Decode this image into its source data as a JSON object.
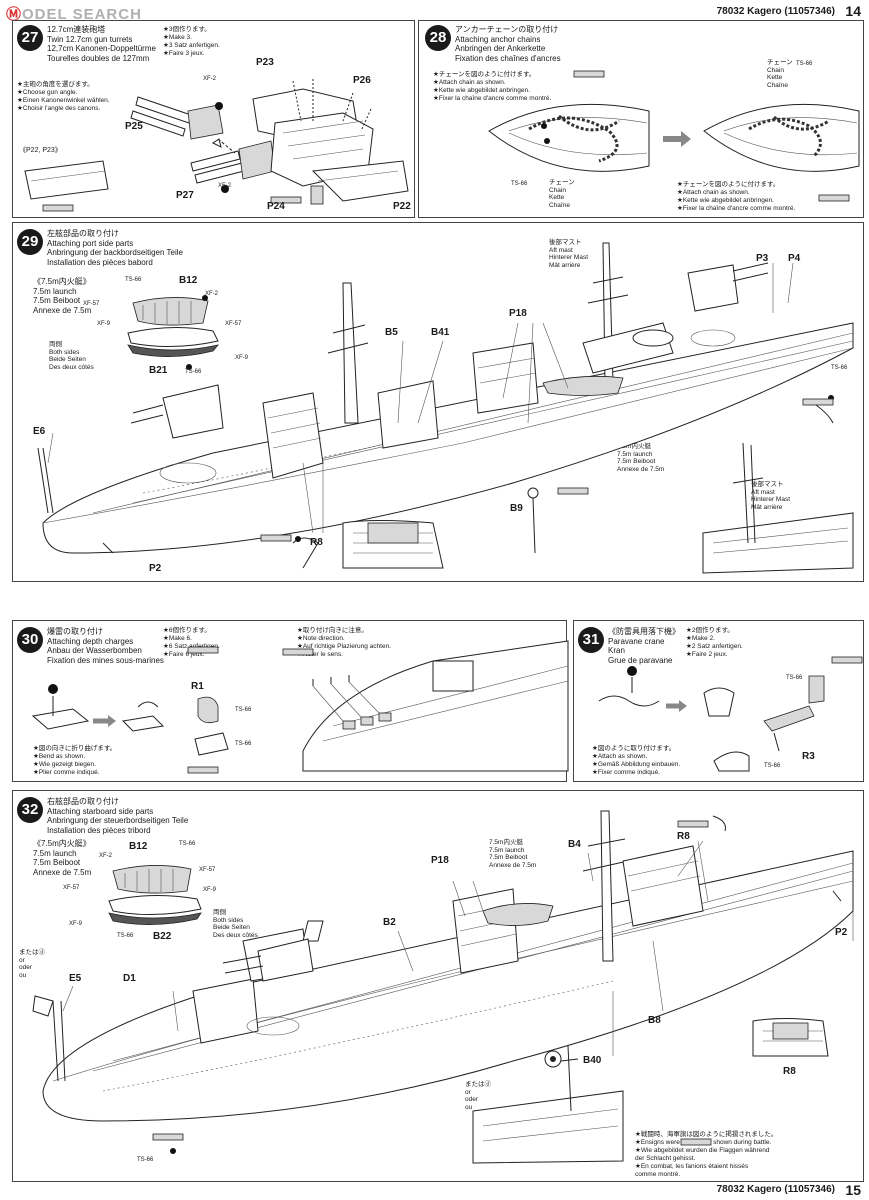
{
  "watermark": {
    "brand_a": "Ⓜ",
    "brand_b": "ODEL SEARCH"
  },
  "header": {
    "top_code": "78032  Kagero (11057346)",
    "top_page": "14",
    "bottom_code": "78032  Kagero (11057346)",
    "bottom_page": "15"
  },
  "step27": {
    "num": "27",
    "title": [
      "12.7cm連装砲塔",
      "Twin 12.7cm gun turrets",
      "12,7cm Kanonen-Doppeltürme",
      "Tourelles doubles de 127mm"
    ],
    "make": [
      "★3個作ります。",
      "★Make 3.",
      "★3 Satz anfertigen.",
      "★Faire 3 jeux."
    ],
    "angle": [
      "★主砲の角度を選びます。",
      "★Choose gun angle.",
      "★Einen Kanonenwinkel wählen.",
      "★Choisir l'angle des canons."
    ],
    "sub": "《P22, P23》",
    "parts": [
      "P23",
      "P26",
      "P25",
      "P27",
      "P24",
      "P22"
    ],
    "paint": [
      "XF-2",
      "XF-2"
    ]
  },
  "step28": {
    "num": "28",
    "title": [
      "アンカーチェーンの取り付け",
      "Attaching anchor chains",
      "Anbringen der Ankerkette",
      "Fixation des chaînes d'ancres"
    ],
    "note1": [
      "★チェーンを図のように付けます。",
      "★Attach chain as shown.",
      "★Kette wie abgebildet anbringen.",
      "★Fixer la chaîne d'ancre comme montré."
    ],
    "note2": [
      "★チェーンを図のように付けます。",
      "★Attach chain as shown.",
      "★Kette wie abgebildet anbringen.",
      "★Fixer la chaîne d'ancre comme montré."
    ],
    "chain": [
      "チェーン",
      "Chain",
      "Kette",
      "Chaîne"
    ],
    "paint": [
      "TS-66",
      "TS-66"
    ]
  },
  "step29": {
    "num": "29",
    "title": [
      "左舷部品の取り付け",
      "Attaching port side parts",
      "Anbringung der backbordseitigen Teile",
      "Installation des pièces babord"
    ],
    "launch": [
      "《7.5m内火艇》",
      "7.5m launch",
      "7.5m Beiboot",
      "Annexe de 7.5m"
    ],
    "both": [
      "両側",
      "Both sides",
      "Beide Seiten",
      "Des deux côtés"
    ],
    "aftmast": [
      "後部マスト",
      "Aft mast",
      "Hinterer Mast",
      "Mât arrière"
    ],
    "launch2": [
      "7.5m内火艇",
      "7.5m launch",
      "7.5m Beiboot",
      "Annexe de 7.5m"
    ],
    "parts": [
      "B12",
      "B21",
      "B5",
      "B41",
      "P18",
      "P3",
      "P4",
      "E6",
      "B9",
      "R8",
      "P2"
    ],
    "paint": [
      "TS-66",
      "XF-2",
      "XF-57",
      "XF-57",
      "XF-9",
      "XF-9",
      "TS-66",
      "TS-66"
    ]
  },
  "step30": {
    "num": "30",
    "title": [
      "爆雷の取り付け",
      "Attaching depth charges",
      "Anbau der Wasserbomben",
      "Fixation des mines sous-marines"
    ],
    "make": [
      "★6個作ります。",
      "★Make 6.",
      "★6 Satz anfertigen.",
      "★Faire 6 jeux."
    ],
    "dir": [
      "★取り付け向きに注意。",
      "★Note direction.",
      "★Auf richtige Plazierung achten.",
      "★Noter le sens."
    ],
    "bend": [
      "★図の向きに折り曲げます。",
      "★Bend as shown.",
      "★Wie gezeigt biegen.",
      "★Plier comme indiqué."
    ],
    "parts": [
      "R1"
    ],
    "paint": [
      "TS-66",
      "TS-66"
    ]
  },
  "step31": {
    "num": "31",
    "title": [
      "《防雷具用落下機》",
      "Paravane crane",
      "Kran",
      "Grue de paravane"
    ],
    "make": [
      "★2個作ります。",
      "★Make 2.",
      "★2 Satz anfertigen.",
      "★Faire 2 jeux."
    ],
    "attach": [
      "★図のように取り付けます。",
      "★Attach as shown.",
      "★Gemäß Abbildung einbauen.",
      "★Fixer comme indiqué."
    ],
    "parts": [
      "R3"
    ],
    "paint": [
      "TS-66",
      "TS-66"
    ]
  },
  "step32": {
    "num": "32",
    "title": [
      "右舷部品の取り付け",
      "Attaching starboard side parts",
      "Anbringung der steuerbordseitigen Teile",
      "Installation des pièces tribord"
    ],
    "launch": [
      "《7.5m内火艇》",
      "7.5m launch",
      "7.5m Beiboot",
      "Annexe de 7.5m"
    ],
    "both": [
      "両側",
      "Both sides",
      "Beide Seiten",
      "Des deux côtés"
    ],
    "launch2": [
      "7.5m内火艇",
      "7.5m launch",
      "7.5m Beiboot",
      "Annexe de 7.5m"
    ],
    "or": [
      "またはⓓ",
      "or",
      "oder",
      "ou"
    ],
    "or2": [
      "またはⓓ",
      "or",
      "oder",
      "ou"
    ],
    "ensign": [
      "★戦闘時、海軍旗は図のように掲揚されました。",
      "★Ensigns were hoisted as shown during battle.",
      "★Wie abgebildet wurden die Flaggen während",
      "der Schlacht gehisst.",
      "★En combat, les fanions étaient hissés",
      "comme montré."
    ],
    "parts": [
      "B12",
      "B22",
      "P18",
      "B4",
      "R8",
      "P2",
      "B2",
      "E5",
      "D1",
      "B8",
      "B40",
      "R8"
    ],
    "paint": [
      "TS-66",
      "XF-2",
      "XF-57",
      "XF-57",
      "XF-9",
      "XF-9",
      "TS-66",
      "TS-66"
    ]
  }
}
